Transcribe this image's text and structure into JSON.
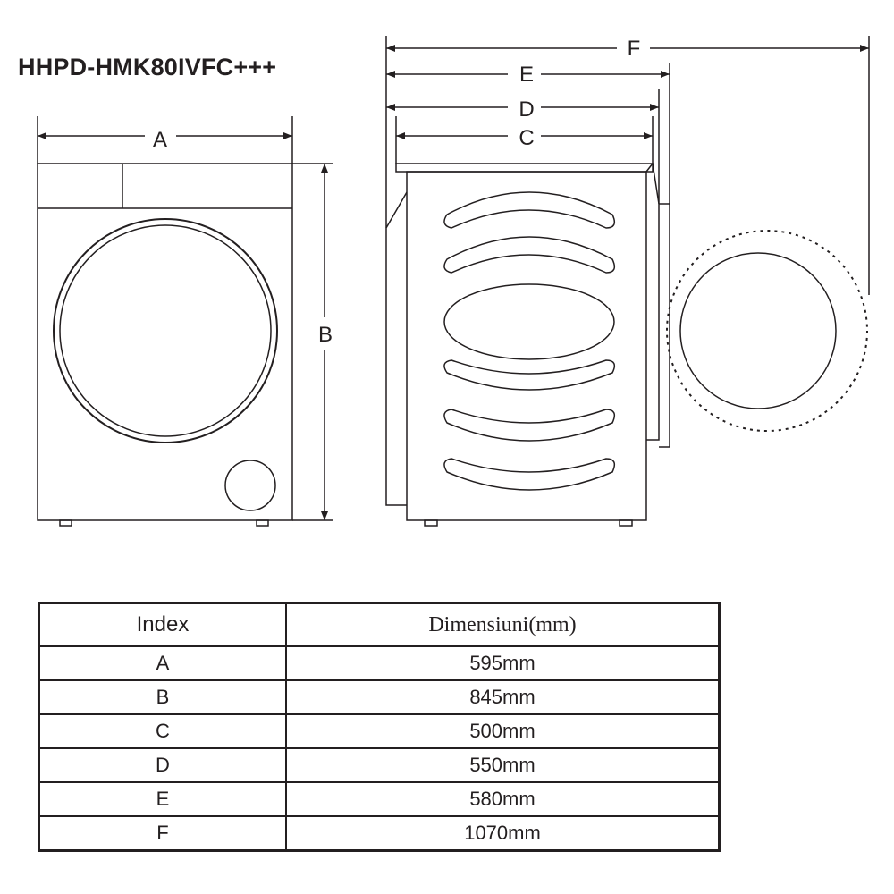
{
  "title": "HHPD-HMK80IVFC+++",
  "labels": {
    "A": "A",
    "B": "B",
    "C": "C",
    "D": "D",
    "E": "E",
    "F": "F"
  },
  "table": {
    "headers": [
      "Index",
      "Dimensiuni(mm)"
    ],
    "rows": [
      {
        "index": "A",
        "value": "595mm"
      },
      {
        "index": "B",
        "value": "845mm"
      },
      {
        "index": "C",
        "value": "500mm"
      },
      {
        "index": "D",
        "value": "550mm"
      },
      {
        "index": "E",
        "value": "580mm"
      },
      {
        "index": "F",
        "value": "1070mm"
      }
    ]
  }
}
